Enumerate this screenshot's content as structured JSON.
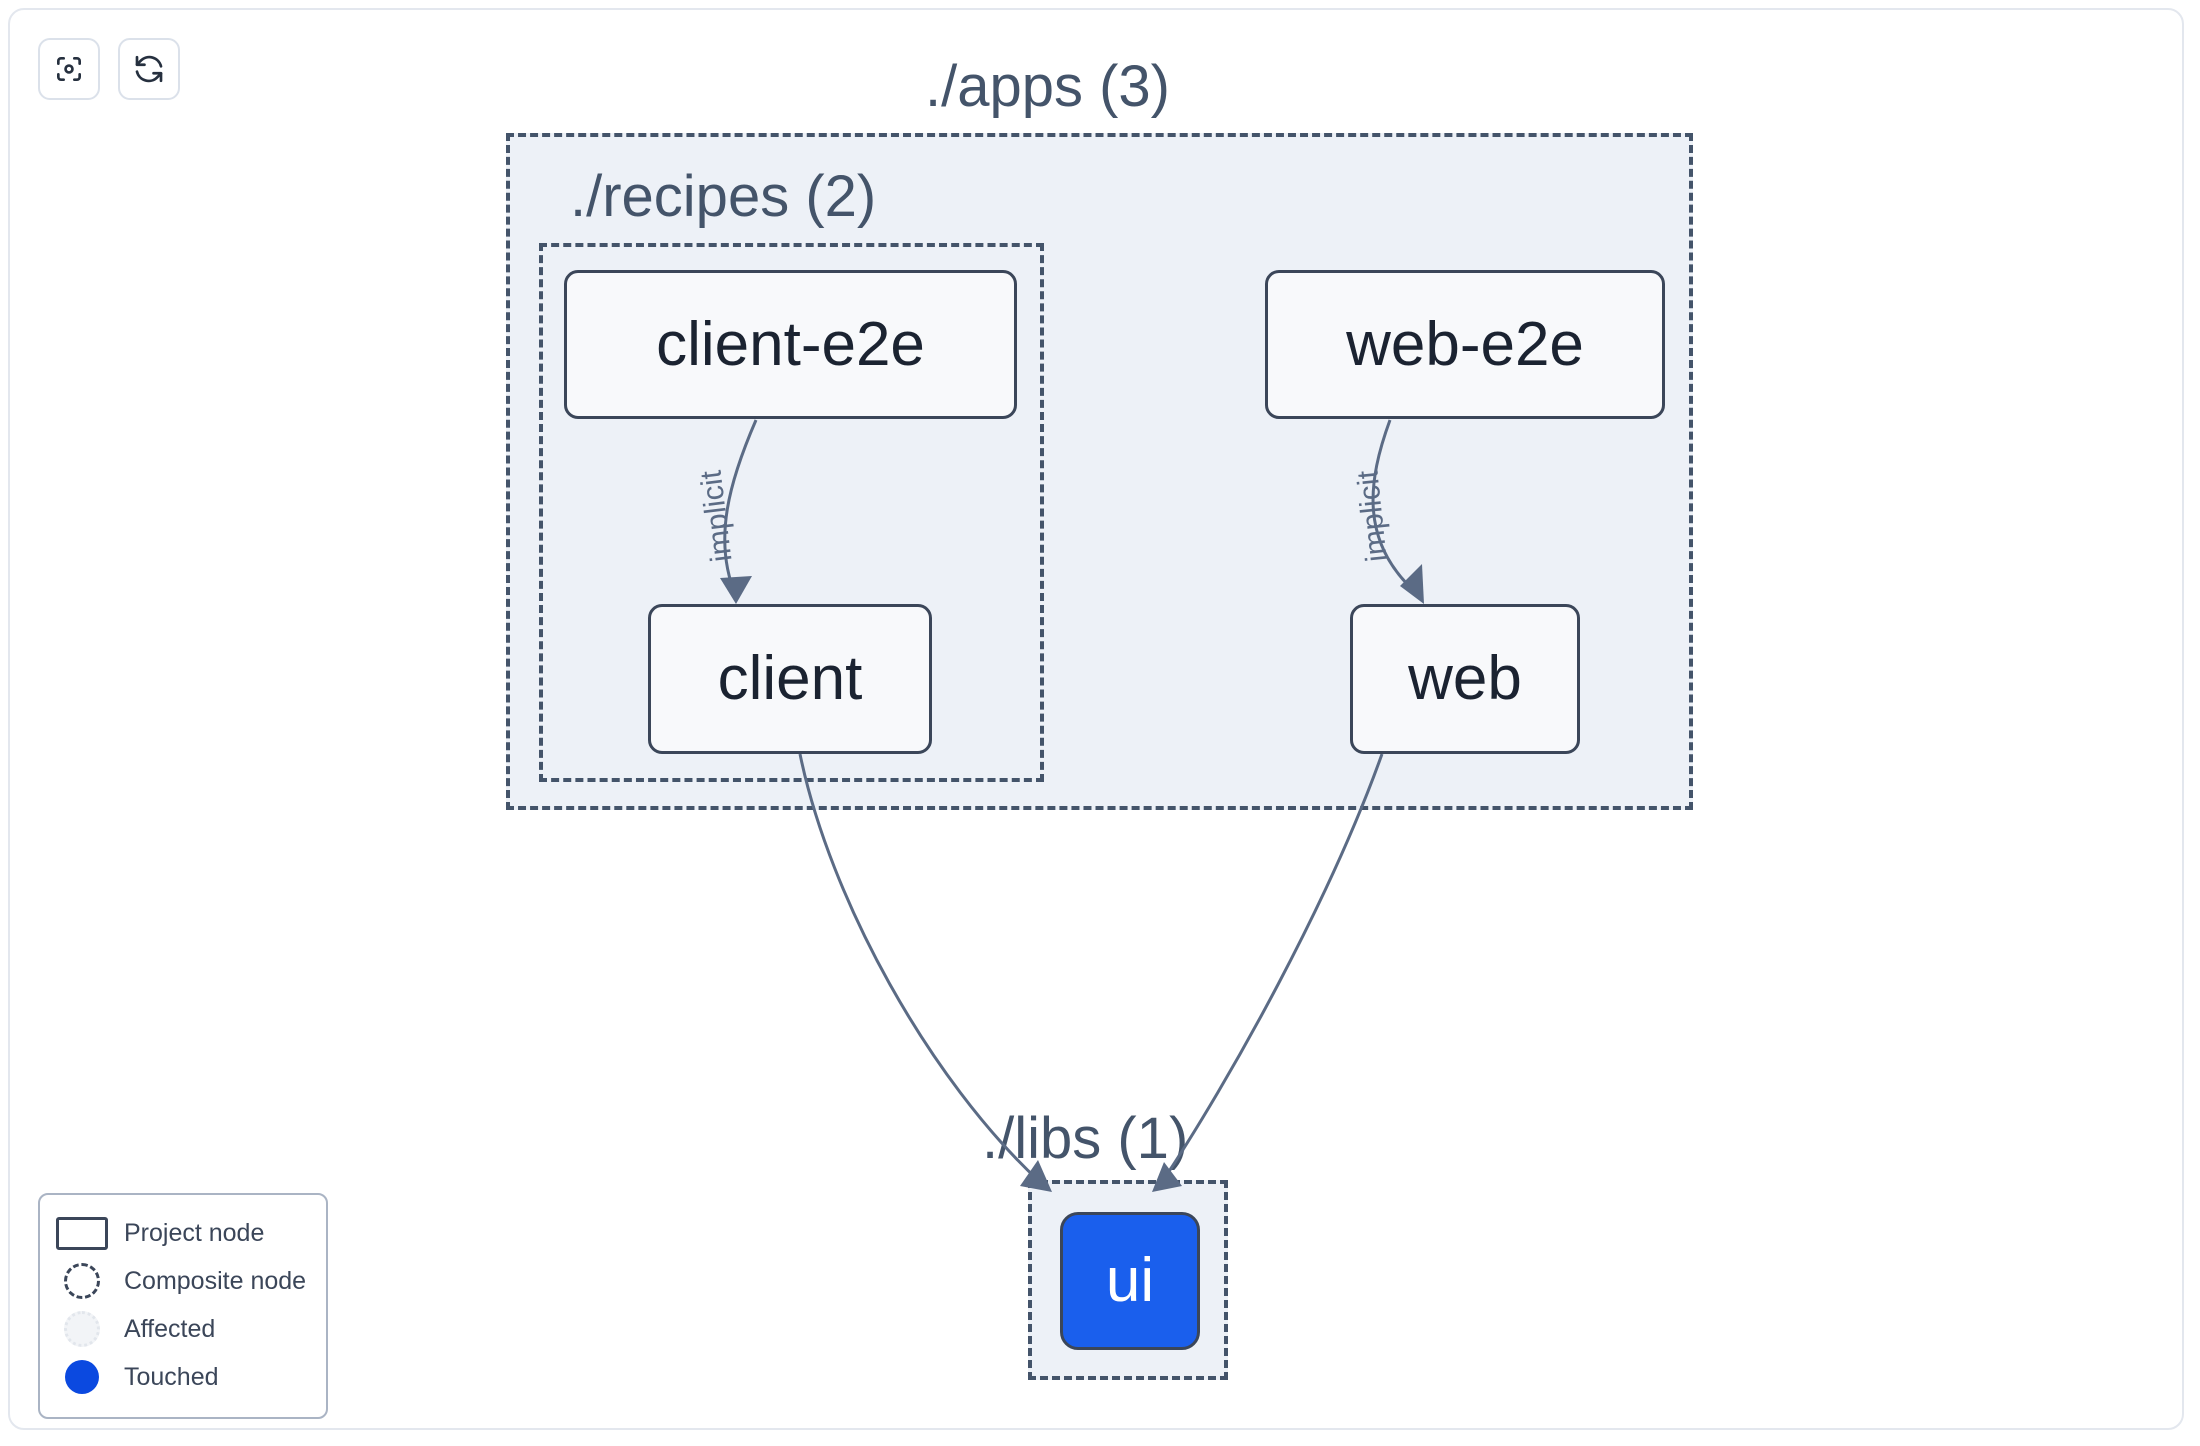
{
  "toolbar": {
    "buttons": [
      {
        "name": "focus-graph-button",
        "icon": "focus-target-icon",
        "label": ""
      },
      {
        "name": "refresh-graph-button",
        "icon": "refresh-sync-icon",
        "label": ""
      }
    ]
  },
  "graph": {
    "groups": [
      {
        "id": "apps",
        "label": "./apps (3)",
        "count": 3
      },
      {
        "id": "recipes",
        "label": "./recipes (2)",
        "count": 2
      },
      {
        "id": "libs",
        "label": "./libs (1)",
        "count": 1
      }
    ],
    "nodes": [
      {
        "id": "client-e2e",
        "label": "client-e2e",
        "state": "project"
      },
      {
        "id": "web-e2e",
        "label": "web-e2e",
        "state": "project"
      },
      {
        "id": "client",
        "label": "client",
        "state": "project"
      },
      {
        "id": "web",
        "label": "web",
        "state": "project"
      },
      {
        "id": "ui",
        "label": "ui",
        "state": "touched"
      }
    ],
    "edges": [
      {
        "from": "client-e2e",
        "to": "client",
        "label": "implicit"
      },
      {
        "from": "web-e2e",
        "to": "web",
        "label": "implicit"
      },
      {
        "from": "client",
        "to": "ui",
        "label": ""
      },
      {
        "from": "web",
        "to": "ui",
        "label": ""
      }
    ]
  },
  "legend": {
    "items": [
      {
        "swatch": "project-node-swatch",
        "label": "Project node"
      },
      {
        "swatch": "composite-node-swatch",
        "label": "Composite node"
      },
      {
        "swatch": "affected-swatch",
        "label": "Affected"
      },
      {
        "swatch": "touched-swatch",
        "label": "Touched"
      }
    ]
  },
  "colors": {
    "touched": "#0b49e0",
    "node_fill": "#f8f9fb",
    "node_border": "#3b4659",
    "group_fill": "#edf1f7",
    "group_border": "#44546a",
    "edge": "#5b6b85",
    "text": "#1b2331"
  }
}
